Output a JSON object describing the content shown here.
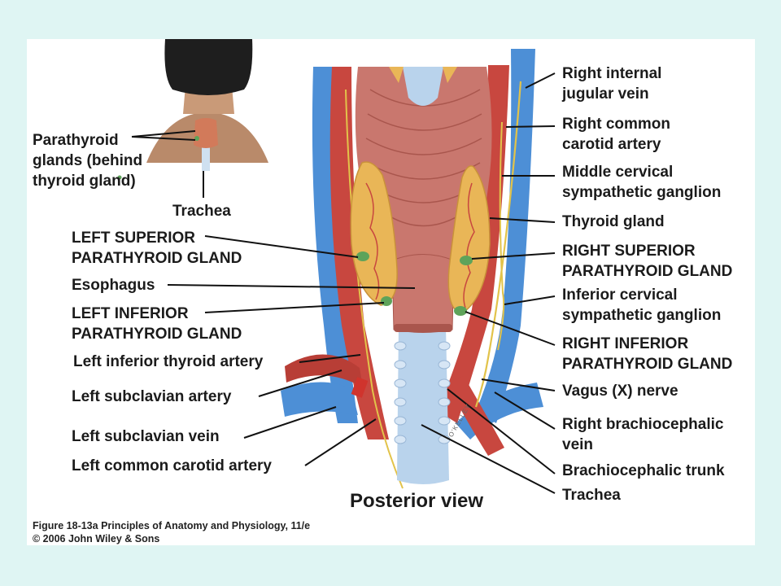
{
  "labels": {
    "parathyroid_inset_1": "Parathyroid",
    "parathyroid_inset_2": "glands (behind",
    "parathyroid_inset_3": "thyroid gland)",
    "trachea_inset": "Trachea",
    "left_superior_1": "LEFT SUPERIOR",
    "left_superior_2": "PARATHYROID GLAND",
    "esophagus": "Esophagus",
    "left_inferior_1": "LEFT INFERIOR",
    "left_inferior_2": "PARATHYROID GLAND",
    "left_inf_thyroid_artery": "Left inferior thyroid artery",
    "left_subclavian_artery": "Left subclavian artery",
    "left_subclavian_vein": "Left subclavian vein",
    "left_common_carotid": "Left common carotid artery",
    "right_internal_jugular_1": "Right internal",
    "right_internal_jugular_2": "jugular vein",
    "right_common_carotid_1": "Right common",
    "right_common_carotid_2": "carotid artery",
    "middle_cervical_1": "Middle cervical",
    "middle_cervical_2": "sympathetic ganglion",
    "thyroid_gland": "Thyroid gland",
    "right_superior_1": "RIGHT SUPERIOR",
    "right_superior_2": "PARATHYROID GLAND",
    "inferior_cervical_1": "Inferior cervical",
    "inferior_cervical_2": "sympathetic ganglion",
    "right_inferior_1": "RIGHT INFERIOR",
    "right_inferior_2": "PARATHYROID GLAND",
    "vagus": "Vagus (X) nerve",
    "right_brachiocephalic_1": "Right brachiocephalic",
    "right_brachiocephalic_2": "vein",
    "brachiocephalic_trunk": "Brachiocephalic trunk",
    "trachea_main": "Trachea",
    "view": "Posterior view"
  },
  "caption": {
    "line1": "Figure 18-13a  Principles of Anatomy and Physiology, 11/e",
    "line2": "© 2006 John Wiley & Sons"
  },
  "artist_signature": "O'KELLEY",
  "colors": {
    "background": "#dff5f3",
    "panel": "#ffffff",
    "artery": "#c8473f",
    "vein": "#4d8fd6",
    "thyroid": "#e9b657",
    "parathyroid": "#5ea35a",
    "muscle": "#c9776e",
    "trachea": "#b9d3ec",
    "nerve": "#e2c34a"
  }
}
